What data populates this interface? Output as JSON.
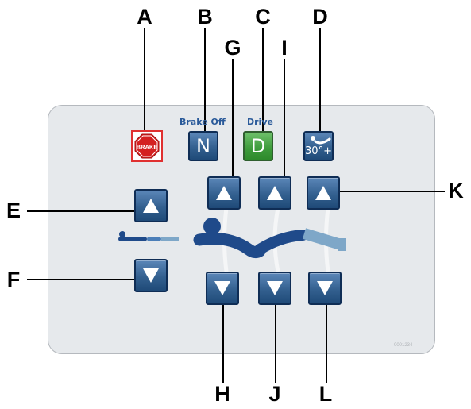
{
  "callouts": {
    "a": "A",
    "b": "B",
    "c": "C",
    "d": "D",
    "e": "E",
    "f": "F",
    "g": "G",
    "h": "H",
    "i": "I",
    "j": "J",
    "k": "K",
    "l": "L"
  },
  "panel": {
    "brake_icon_text": "BRAKE",
    "brake_off_label": "Brake Off",
    "neutral_button": "N",
    "drive_label": "Drive",
    "drive_button": "D",
    "tilt_button": "30°+",
    "watermark": "0001234"
  },
  "colors": {
    "button_blue": "#33608f",
    "drive_green": "#3d9a3a",
    "brake_red": "#e03030",
    "label_blue": "#2a5a9a",
    "panel": "#e6e9ec"
  },
  "icons": {
    "up": "triangle-up-icon",
    "down": "triangle-down-icon",
    "brake": "stop-sign-icon",
    "patient_flat": "patient-flat-icon",
    "patient_positions": "patient-positions-icon",
    "tilt": "reclining-person-icon"
  }
}
